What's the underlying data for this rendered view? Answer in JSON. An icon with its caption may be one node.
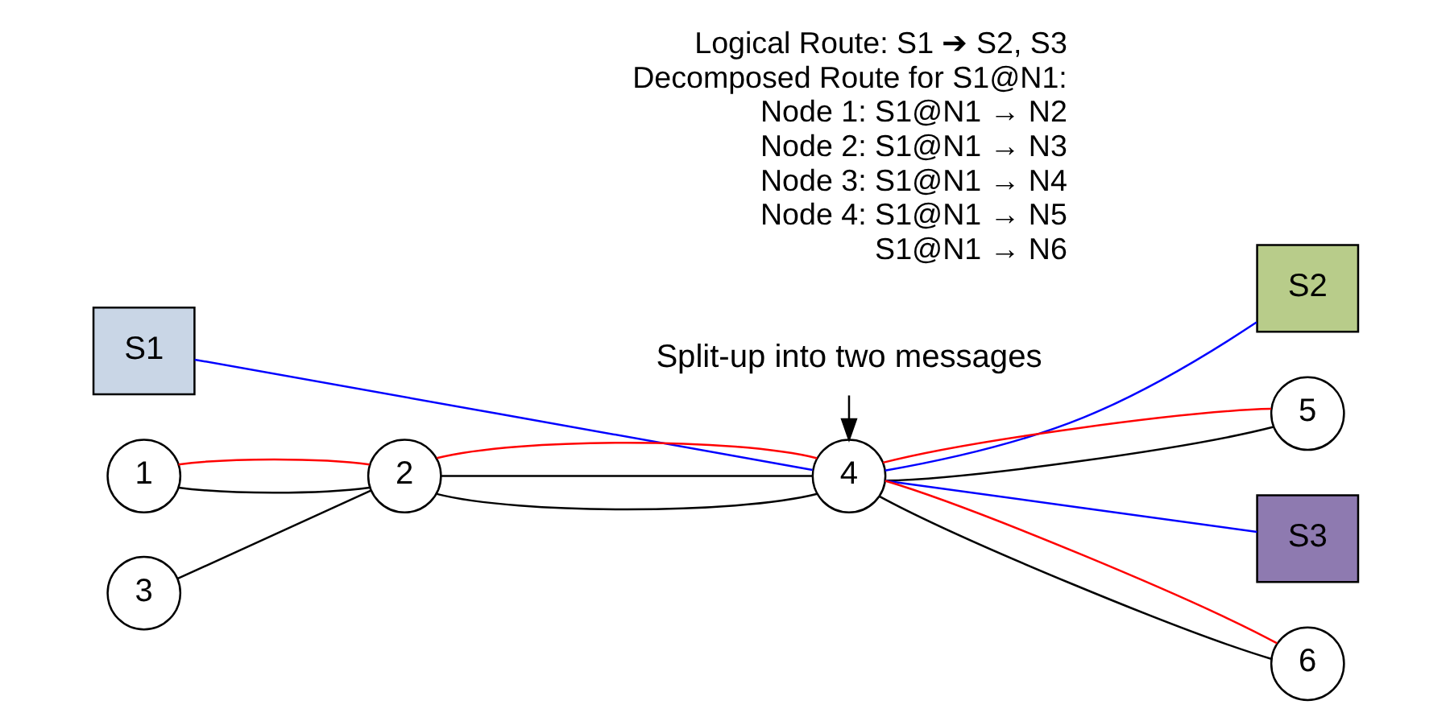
{
  "diagram": {
    "nodes": [
      {
        "text": [
          "S1"
        ]
      },
      {
        "text": [
          "1"
        ]
      },
      {
        "text": [
          "2"
        ]
      },
      {
        "text": [
          "3"
        ]
      },
      {
        "text": [
          "4"
        ]
      },
      {
        "text": [
          "S2"
        ]
      },
      {
        "text": [
          "5"
        ]
      },
      {
        "text": [
          "S3"
        ]
      },
      {
        "text": [
          "6"
        ]
      },
      {
        "text": [
          "Split-up into two messages"
        ]
      }
    ],
    "edges": [
      {
        "from": 1,
        "to": 2,
        "arrow": "none"
      },
      {
        "from": 1,
        "to": 2,
        "arrow": "none",
        "color": "#ff0000"
      },
      {
        "from": 0,
        "to": 4,
        "arrow": "none",
        "color": "#0000ff"
      },
      {
        "from": 3,
        "to": 2,
        "arrow": "none"
      },
      {
        "from": 2,
        "to": 4,
        "arrow": "none"
      },
      {
        "from": 2,
        "to": 4,
        "arrow": "none"
      },
      {
        "from": 2,
        "to": 4,
        "arrow": "none",
        "color": "#ff0000"
      },
      {
        "from": 4,
        "to": 6,
        "arrow": "none"
      },
      {
        "from": 4,
        "to": 6,
        "arrow": "none",
        "color": "#ff0000"
      },
      {
        "from": 4,
        "to": 5,
        "arrow": "none",
        "color": "#0000ff"
      },
      {
        "from": 4,
        "to": 8,
        "arrow": "none"
      },
      {
        "from": 4,
        "to": 8,
        "arrow": "none",
        "color": "#ff0000"
      },
      {
        "from": 4,
        "to": 7,
        "arrow": "none",
        "color": "#0000ff"
      },
      {
        "from": 9,
        "to": 4,
        "arrow": "to"
      }
    ],
    "labels": [
      "Logical Route: S1 ➔ S2, S3",
      "Decomposed Route for S1@N1:",
      "Node 1: S1@N1 → N2",
      "Node 2: S1@N1 → N3",
      "Node 3: S1@N1 → N4",
      "Node 4: S1@N1 → N5",
      "S1@N1 → N6"
    ]
  }
}
